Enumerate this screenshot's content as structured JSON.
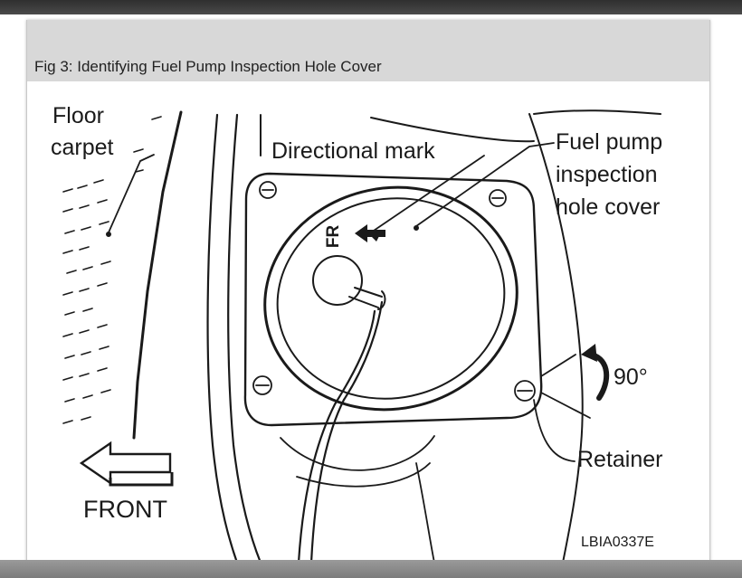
{
  "figure": {
    "caption": "Fig 3: Identifying Fuel Pump Inspection Hole Cover",
    "labels": {
      "floor_carpet_line1": "Floor",
      "floor_carpet_line2": "carpet",
      "directional_mark": "Directional mark",
      "fuel_pump_line1": "Fuel pump",
      "fuel_pump_line2": "inspection",
      "fuel_pump_line3": "hole cover",
      "fr": "FR",
      "angle": "90°",
      "retainer": "Retainer",
      "front": "FRONT",
      "code": "LBIA0337E"
    },
    "icons": [
      "front-arrow-icon",
      "direction-arrow-icon",
      "rotation-arrow-icon"
    ]
  }
}
